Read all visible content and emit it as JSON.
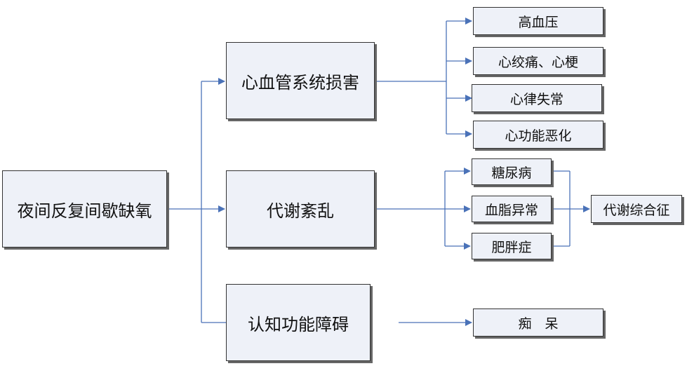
{
  "root": {
    "label": "夜间反复间歇缺氧"
  },
  "categories": [
    {
      "label": "心血管系统损害"
    },
    {
      "label": "代谢紊乱"
    },
    {
      "label": "认知功能障碍"
    }
  ],
  "cardiovascular_effects": [
    {
      "label": "高血压"
    },
    {
      "label": "心绞痛、心梗"
    },
    {
      "label": "心律失常"
    },
    {
      "label": "心功能恶化"
    }
  ],
  "metabolic_effects": [
    {
      "label": "糖尿病"
    },
    {
      "label": "血脂异常"
    },
    {
      "label": "肥胖症"
    }
  ],
  "metabolic_result": {
    "label": "代谢综合征"
  },
  "cognitive_effects": [
    {
      "label": "痴　呆"
    }
  ],
  "colors": {
    "connector": "#4a72b8",
    "box_fill": "#eef1f8",
    "box_border": "#333333"
  }
}
